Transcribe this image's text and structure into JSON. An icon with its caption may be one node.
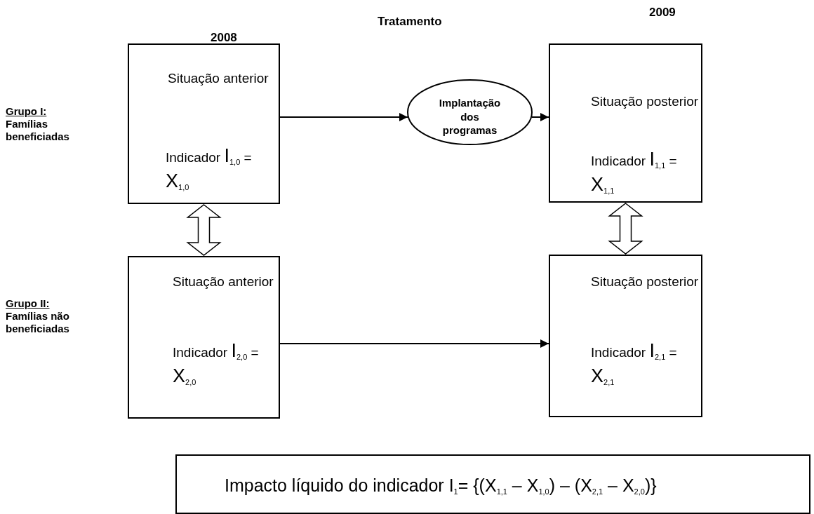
{
  "diagram": {
    "nodes": [
      {
        "text": [
          "Situação anterior",
          "Indicador I$_{1,0}$ = X$_{1,0}$"
        ]
      },
      {
        "text": [
          "Implantação dos programas"
        ]
      },
      {
        "text": [
          "Situação posterior",
          "Indicador I$_{1,1}$ = X$_{1,1}$"
        ]
      },
      {
        "text": [
          "Situação anterior",
          "Indicador I$_{2,0}$ = X$_{2,0}$"
        ]
      },
      {
        "text": [
          "Situação posterior",
          "Indicador I$_{2,1}$ = X$_{2,1}$"
        ]
      },
      {
        "text": [
          "Impacto líquido do indicador I$_{1}$= {(X$_{1,1}$ – X$_{1,0}$) – (X$_{2,1}$ – X$_{2,0}$)}"
        ]
      }
    ],
    "edges": [
      {
        "from": 0,
        "to": 1,
        "arrow": "to"
      },
      {
        "from": 1,
        "to": 2,
        "arrow": "to"
      },
      {
        "from": 3,
        "to": 4,
        "arrow": "to"
      },
      {
        "from": 0,
        "to": 3,
        "arrow": "both",
        "style": "thick"
      },
      {
        "from": 2,
        "to": 4,
        "arrow": "both",
        "style": "thick"
      }
    ],
    "labels": [
      "2009",
      "Tratamento",
      "2008",
      "Grupo I:",
      "Famílias beneficiadas",
      "Grupo II:",
      "Famílias não beneficiadas"
    ]
  }
}
